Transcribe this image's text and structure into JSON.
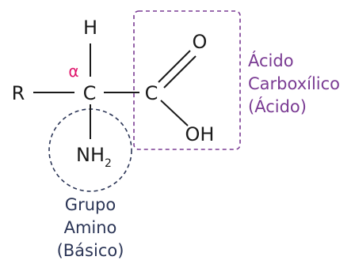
{
  "molecule": {
    "atoms": {
      "hydrogen_top": "H",
      "r_group": "R",
      "alpha_carbon": "C",
      "carboxyl_carbon": "C",
      "oxygen": "O",
      "hydroxyl": "OH",
      "amine_n": "NH",
      "amine_subscript": "2"
    },
    "alpha_marker": "α"
  },
  "labels": {
    "acid_group": [
      "Ácido",
      "Carboxílico",
      "(Ácido)"
    ],
    "amino_group": [
      "Grupo",
      "Amino",
      "(Básico)"
    ]
  },
  "colors": {
    "acid": "#7a3b93",
    "amino": "#2b3556",
    "alpha": "#e0156b",
    "ink": "#1a1a1a"
  }
}
